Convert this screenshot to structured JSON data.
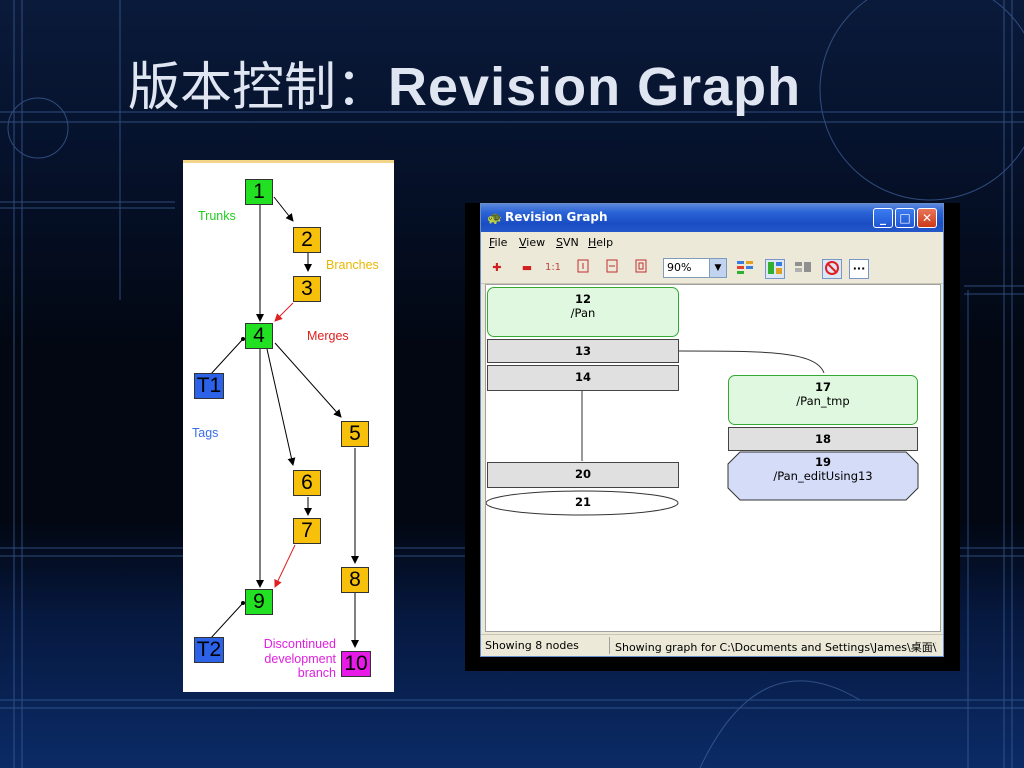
{
  "slide": {
    "title_cn": "版本控制：",
    "title_en": "Revision Graph"
  },
  "diagram": {
    "labels": {
      "trunks": "Trunks",
      "branches": "Branches",
      "merges": "Merges",
      "tags": "Tags",
      "discontinued_l1": "Discontinued",
      "discontinued_l2": "development",
      "discontinued_l3": "branch"
    },
    "nodes": {
      "n1": "1",
      "n2": "2",
      "n3": "3",
      "n4": "4",
      "n5": "5",
      "n6": "6",
      "n7": "7",
      "n8": "8",
      "n9": "9",
      "n10": "10",
      "t1": "T1",
      "t2": "T2"
    },
    "colors": {
      "trunk": "#22e122",
      "branch": "#f7c00a",
      "tag": "#2c62e8",
      "discontinued": "#e81ae8",
      "merge_arrow": "#e02020",
      "label_trunks": "#22cc22",
      "label_branches": "#e8b800",
      "label_merges": "#e02020",
      "label_tags": "#3a6ee8",
      "label_discontinued": "#e020e0"
    }
  },
  "window": {
    "title": "Revision Graph",
    "title_icon": "tortoise-icon",
    "buttons": {
      "minimize": "_",
      "maximize": "□",
      "close": "✕"
    },
    "menu": [
      {
        "accel": "F",
        "rest": "ile"
      },
      {
        "accel": "V",
        "rest": "iew"
      },
      {
        "accel": "S",
        "rest": "VN"
      },
      {
        "accel": "H",
        "rest": "elp"
      }
    ],
    "toolbar": {
      "zoom_in": "✚",
      "zoom_out": "▬",
      "zoom_100": "1:1",
      "zoom_value": "90%",
      "more": "···"
    },
    "revisions": {
      "r12": {
        "num": "12",
        "path": "/Pan"
      },
      "r13": {
        "num": "13"
      },
      "r14": {
        "num": "14"
      },
      "r17": {
        "num": "17",
        "path": "/Pan_tmp"
      },
      "r18": {
        "num": "18"
      },
      "r19": {
        "num": "19",
        "path": "/Pan_editUsing13"
      },
      "r20": {
        "num": "20"
      },
      "r21": {
        "num": "21"
      }
    },
    "status": {
      "nodes": "Showing 8 nodes",
      "path": "Showing graph for C:\\Documents and Settings\\James\\桌面\\"
    }
  }
}
